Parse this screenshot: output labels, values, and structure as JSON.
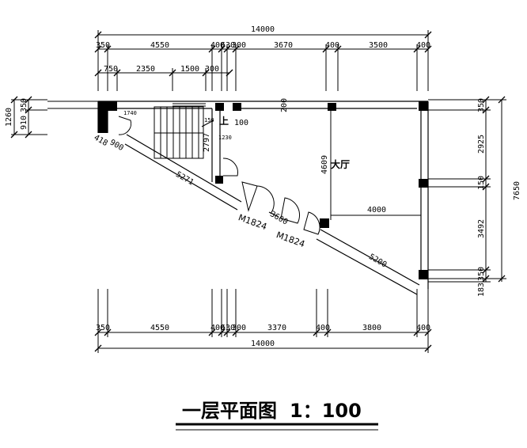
{
  "top_dims": {
    "overall": "14000",
    "row1": [
      "350",
      "4550",
      "400",
      "630",
      "300",
      "3670",
      "400",
      "3500",
      "400"
    ],
    "row2": [
      "750",
      "2350",
      "1500",
      "300"
    ]
  },
  "bottom_dims": {
    "overall": "14000",
    "row1": [
      "350",
      "4550",
      "400",
      "630",
      "300",
      "3370",
      "400",
      "3800",
      "400"
    ]
  },
  "left_dims": [
    "1260",
    "910",
    "350"
  ],
  "right_dims": [
    "350",
    "2925",
    "150",
    "3492",
    "350",
    "183",
    "7650"
  ],
  "interior_dims": [
    "1740",
    "200",
    "100",
    "2797",
    "1230",
    "4609",
    "4000",
    "5271",
    "5200",
    "418",
    "900",
    "3600",
    "150"
  ],
  "labels": {
    "stair_up": "上",
    "hall": "大厅",
    "door_1": "M1824",
    "door_2": "M1824"
  },
  "title": {
    "text": "一层平面图",
    "scale": "1：100"
  }
}
